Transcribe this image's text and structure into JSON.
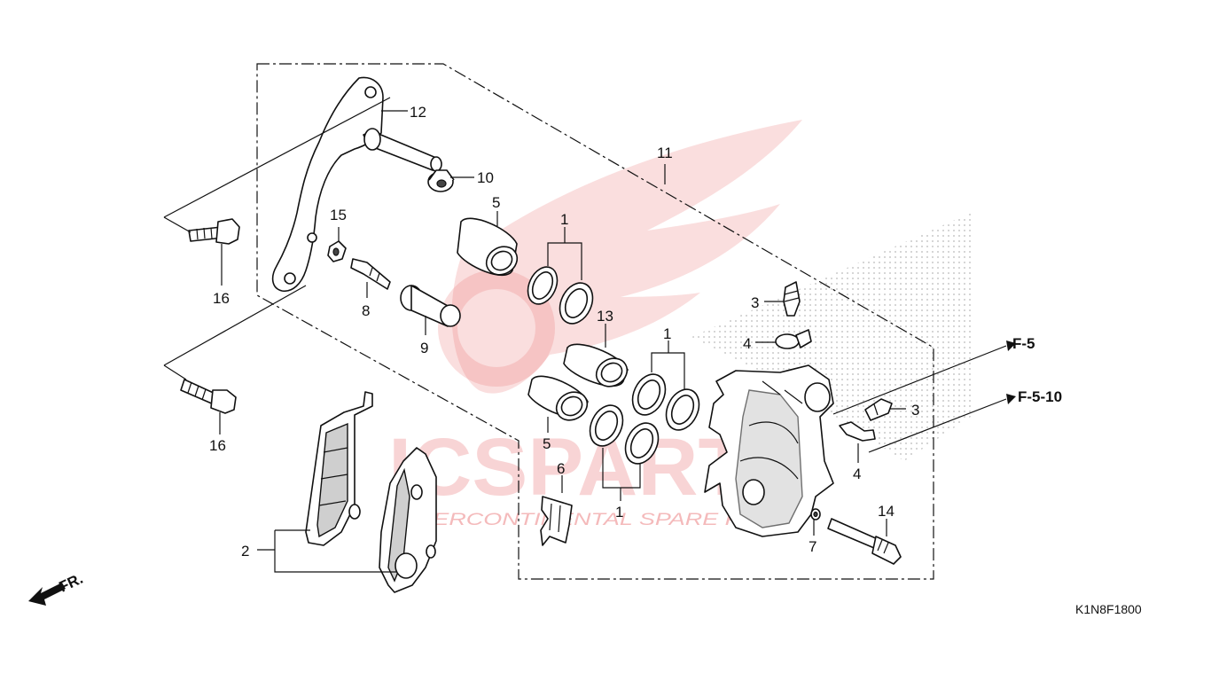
{
  "parts": [
    {
      "id": "1a",
      "label": "1"
    },
    {
      "id": "1b",
      "label": "1"
    },
    {
      "id": "1c",
      "label": "1"
    },
    {
      "id": "2",
      "label": "2"
    },
    {
      "id": "3a",
      "label": "3"
    },
    {
      "id": "3b",
      "label": "3"
    },
    {
      "id": "4a",
      "label": "4"
    },
    {
      "id": "4b",
      "label": "4"
    },
    {
      "id": "5a",
      "label": "5"
    },
    {
      "id": "5b",
      "label": "5"
    },
    {
      "id": "6",
      "label": "6"
    },
    {
      "id": "7",
      "label": "7"
    },
    {
      "id": "8",
      "label": "8"
    },
    {
      "id": "9",
      "label": "9"
    },
    {
      "id": "10",
      "label": "10"
    },
    {
      "id": "11",
      "label": "11"
    },
    {
      "id": "12",
      "label": "12"
    },
    {
      "id": "13",
      "label": "13"
    },
    {
      "id": "14",
      "label": "14"
    },
    {
      "id": "15",
      "label": "15"
    },
    {
      "id": "16a",
      "label": "16"
    },
    {
      "id": "16b",
      "label": "16"
    }
  ],
  "references": {
    "ref1": "F-5",
    "ref2": "F-5-10"
  },
  "front_indicator": "FR.",
  "diagram_code": "K1N8F1800",
  "watermark": {
    "brand": "ICSPARTS",
    "tagline": "INTERCONTINENTAL SPARE PARTS"
  },
  "colors": {
    "line": "#111111",
    "watermark": "#e8686a"
  }
}
